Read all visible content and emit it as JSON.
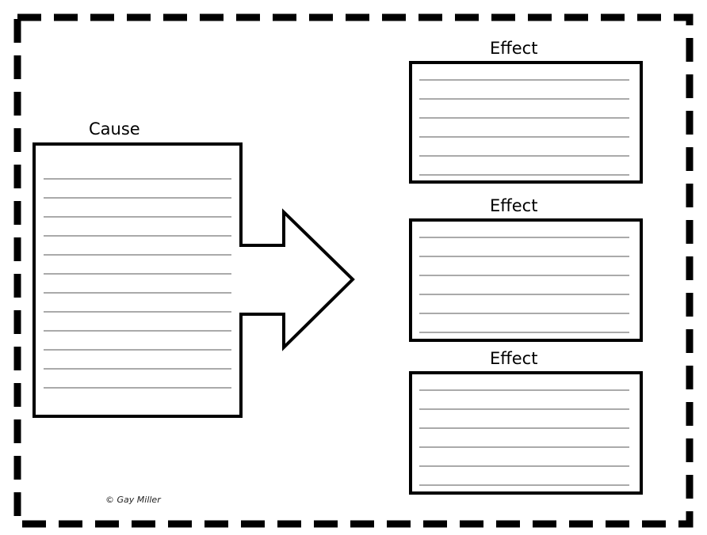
{
  "cause": {
    "label": "Cause",
    "line_count": 12
  },
  "effects": [
    {
      "label": "Effect",
      "line_count": 6
    },
    {
      "label": "Effect",
      "line_count": 6
    },
    {
      "label": "Effect",
      "line_count": 6
    }
  ],
  "credit": "© Gay Miller",
  "colors": {
    "stroke": "#000000",
    "writing_line": "#555555",
    "background": "#ffffff"
  }
}
